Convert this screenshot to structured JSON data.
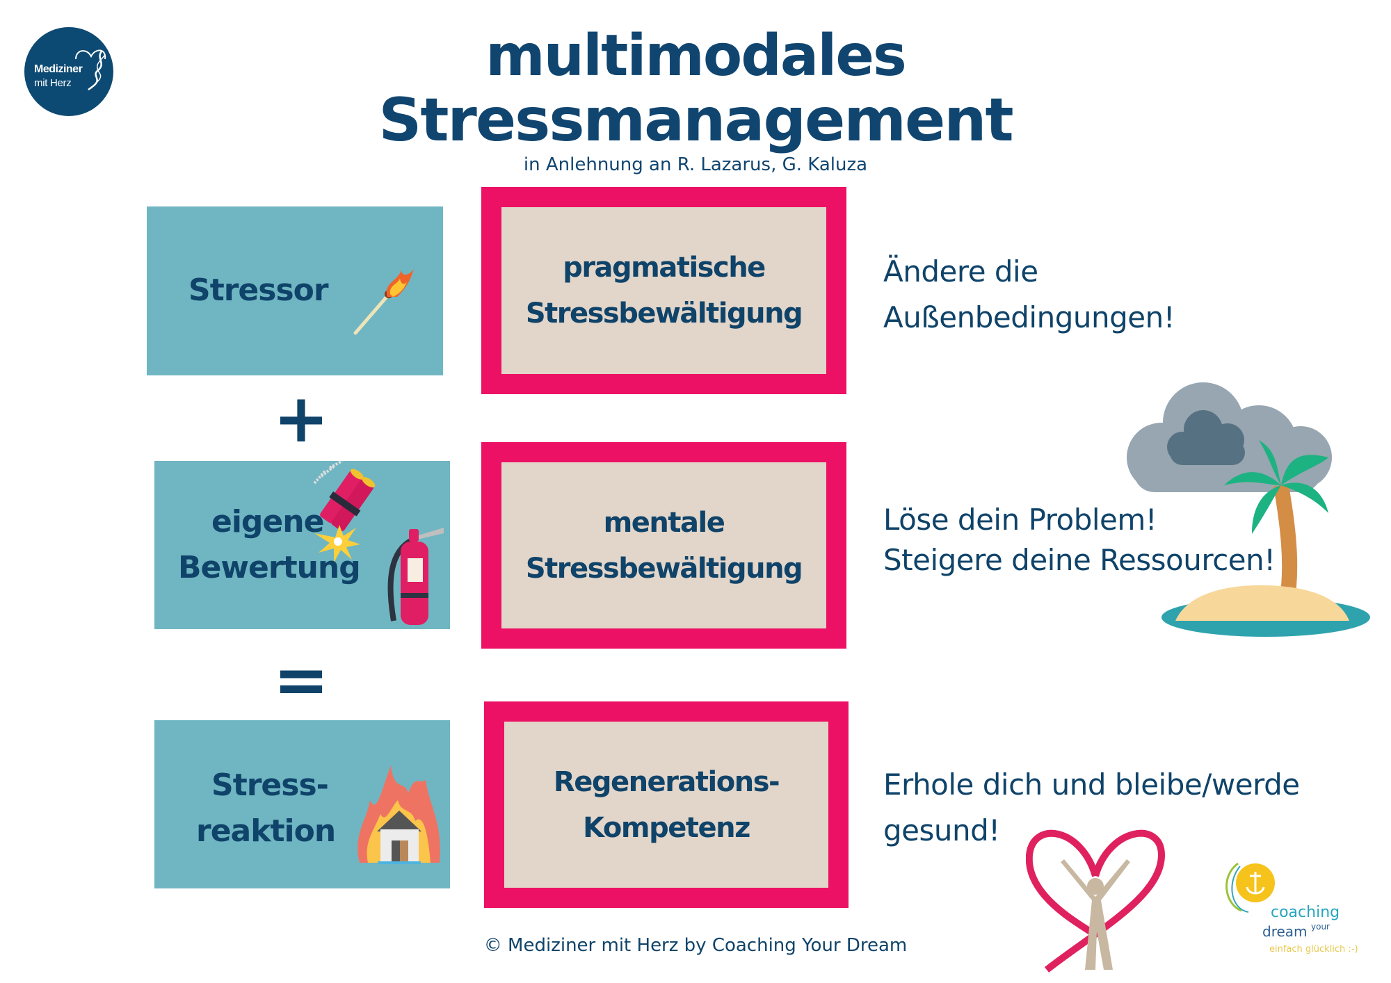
{
  "logo": {
    "line1": "Mediziner",
    "line2": "mit Herz"
  },
  "header": {
    "title_line1": "multimodales",
    "title_line2": "Stressmanagement",
    "subtitle": "in Anlehnung an R. Lazarus, G. Kaluza"
  },
  "equation": {
    "stressor": "Stressor",
    "plus": "+",
    "bewertung_line1": "eigene",
    "bewertung_line2": "Bewertung",
    "equals": "=",
    "reaktion_line1": "Stress-",
    "reaktion_line2": "reaktion"
  },
  "strategies": [
    {
      "line1": "pragmatische",
      "line2": "Stressbewältigung"
    },
    {
      "line1": "mentale",
      "line2": "Stressbewältigung"
    },
    {
      "line1": "Regenerations-",
      "line2": "Kompetenz"
    }
  ],
  "advice": [
    {
      "line1": "Ändere die",
      "line2": "Außenbedingungen!"
    },
    {
      "line1": "Löse dein Problem!",
      "line2": "Steigere deine Ressourcen!"
    },
    {
      "line1": "Erhole dich und bleibe/werde",
      "line2": "gesund!"
    }
  ],
  "coaching_logo": {
    "word1": "coaching",
    "word2": "your",
    "word3": "dream",
    "tagline": "einfach glücklich :-)"
  },
  "footer": {
    "copyright": "© Mediziner mit Herz by Coaching Your Dream"
  },
  "colors": {
    "navy": "#0f4369",
    "teal": "#6fb6c2",
    "pink": "#ec1164",
    "beige": "#e2d5c9"
  }
}
